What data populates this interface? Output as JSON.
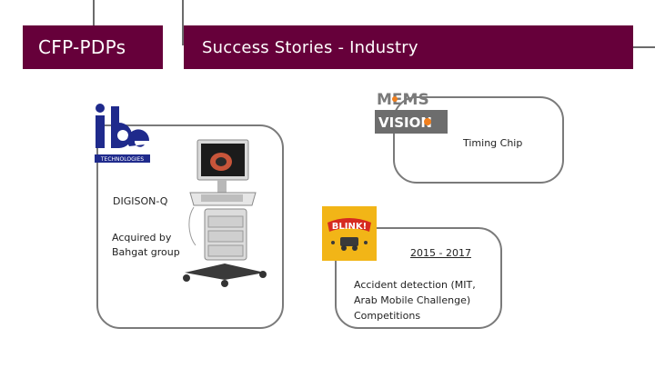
{
  "header": {
    "section_badge": "CFP-PDPs",
    "title": "Success Stories - Industry"
  },
  "left_story": {
    "logo_text": "TECHNOLOGIES",
    "product": "DIGISON-Q",
    "note": "Acquired by Bahgat group"
  },
  "mid_story": {
    "logo_top": "MEMS",
    "logo_bottom": "VISION",
    "note": "Timing Chip"
  },
  "bottom_story": {
    "logo_text": "BLINK!",
    "years": "2015 - 2017",
    "note": "Accident detection (MIT, Arab Mobile Challenge) Competitions"
  },
  "colors": {
    "title_bar": "#66003a",
    "card_border": "#7a7a7a",
    "connector": "#6b6b6b"
  }
}
